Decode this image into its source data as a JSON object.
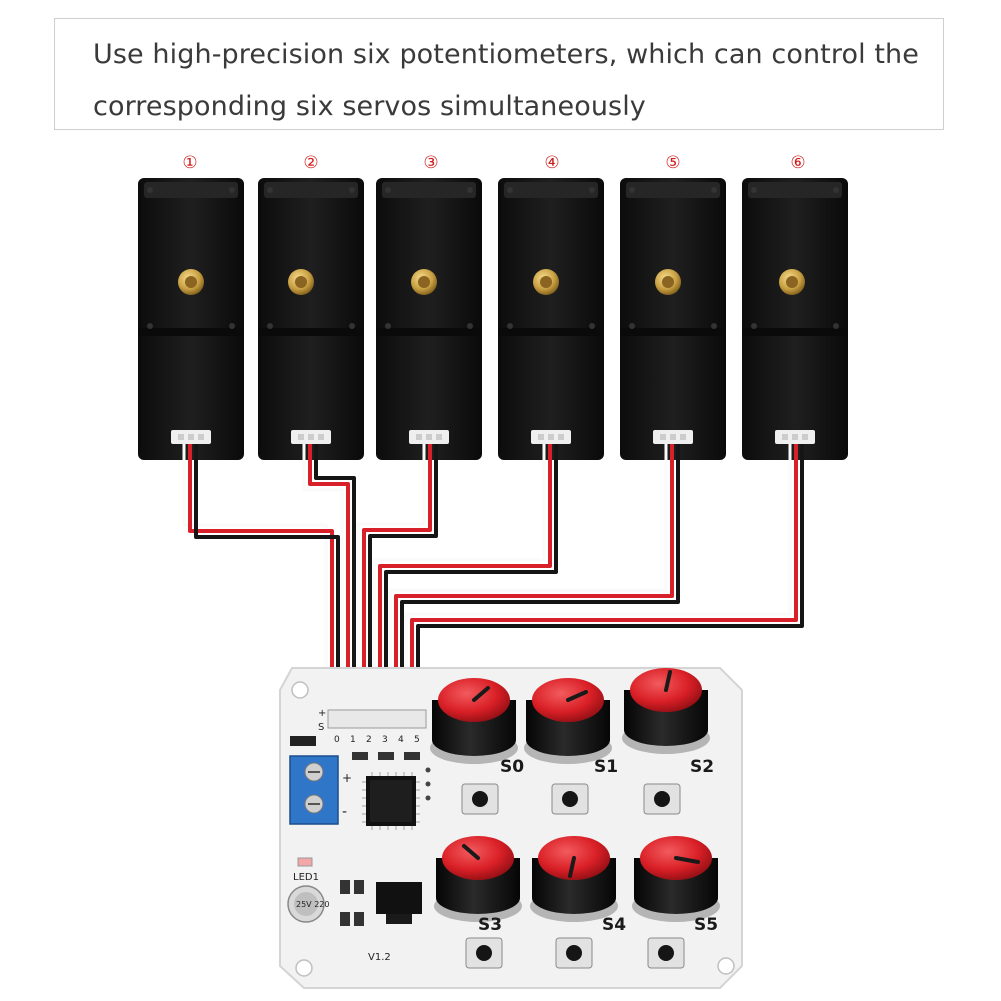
{
  "caption": {
    "line1": "Use high-precision six potentiometers, which can control the",
    "line2": "corresponding six servos simultaneously"
  },
  "servos": [
    {
      "label": "①"
    },
    {
      "label": "②"
    },
    {
      "label": "③"
    },
    {
      "label": "④"
    },
    {
      "label": "⑤"
    },
    {
      "label": "⑥"
    }
  ],
  "board": {
    "version": "V1.2",
    "led_label": "LED1",
    "cap_label": "25V 220",
    "terminal_plus": "+",
    "terminal_minus": "-",
    "header_pins": [
      "0",
      "1",
      "2",
      "3",
      "4",
      "5"
    ],
    "header_marks": [
      "+",
      "S"
    ],
    "knobs": [
      {
        "label": "S0"
      },
      {
        "label": "S1"
      },
      {
        "label": "S2"
      },
      {
        "label": "S3"
      },
      {
        "label": "S4"
      },
      {
        "label": "S5"
      }
    ]
  },
  "colors": {
    "servo_body": "#141414",
    "brass": "#c9a043",
    "wire_red": "#d8202a",
    "wire_black": "#151515",
    "knob_red": "#d91f26",
    "board_white": "#f3f3f3",
    "terminal_blue": "#2f76c9",
    "number_red": "#d21c1c"
  }
}
